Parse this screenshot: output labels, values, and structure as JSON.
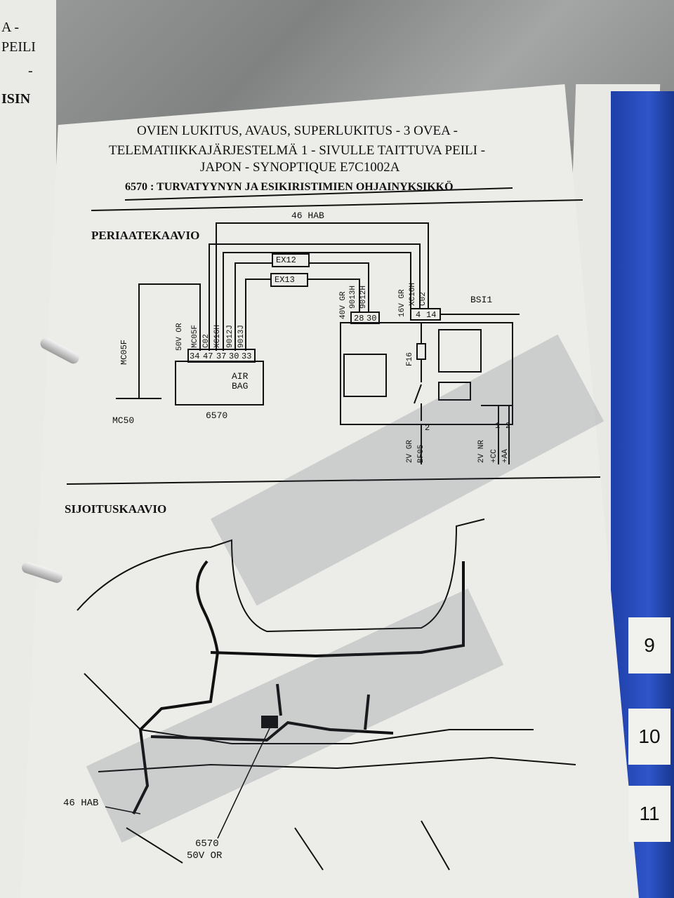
{
  "left_page": {
    "lines": [
      "A -",
      "PEILI",
      "-",
      "ISIN"
    ]
  },
  "header": {
    "title_line1": "OVIEN LUKITUS, AVAUS, SUPERLUKITUS - 3 OVEA -",
    "title_line2": "TELEMATIIKKAJÄRJESTELMÄ 1 - SIVULLE TAITTUVA PEILI -",
    "title_line3": "JAPON - SYNOPTIQUE E7C1002A",
    "subtitle": "6570 : TURVATYYNYN JA ESIKIRISTIMIEN OHJAINYKSIKKÖ"
  },
  "schematic": {
    "section_title": "PERIAATEKAAVIO",
    "top_label": "46 HAB",
    "ex12": "EX12",
    "ex13": "EX13",
    "bsi": "BSI1",
    "ground_wire": "MC05F",
    "ground": "MC50",
    "module_label": "6570",
    "connector_code": "50V OR",
    "wires_6570": [
      "MC05F",
      "C02",
      "XC16H",
      "9012J",
      "9013J"
    ],
    "pins_6570": [
      "34",
      "47",
      "37",
      "30",
      "33"
    ],
    "airbag": "AIR BAG",
    "connector_40v": "40V GR",
    "wires_40v": [
      "9013H",
      "9012H"
    ],
    "pins_40v": [
      "28",
      "30"
    ],
    "connector_16v": "16V GR",
    "wires_16v": [
      "XC16H",
      "C02"
    ],
    "pins_16v": [
      "4",
      "14"
    ],
    "fuse": "F16",
    "bottom_left": {
      "pin": "2",
      "code": "2V GR",
      "wire": "BF05"
    },
    "bottom_right": {
      "pins": [
        "1",
        "2"
      ],
      "code": "2V NR",
      "wires": [
        "+CC",
        "+AA"
      ]
    }
  },
  "location": {
    "section_title": "SIJOITUSKAAVIO",
    "harness_label": "46 HAB",
    "module_label": "6570",
    "module_code": "50V OR"
  },
  "tabs": [
    "9",
    "10",
    "11"
  ]
}
